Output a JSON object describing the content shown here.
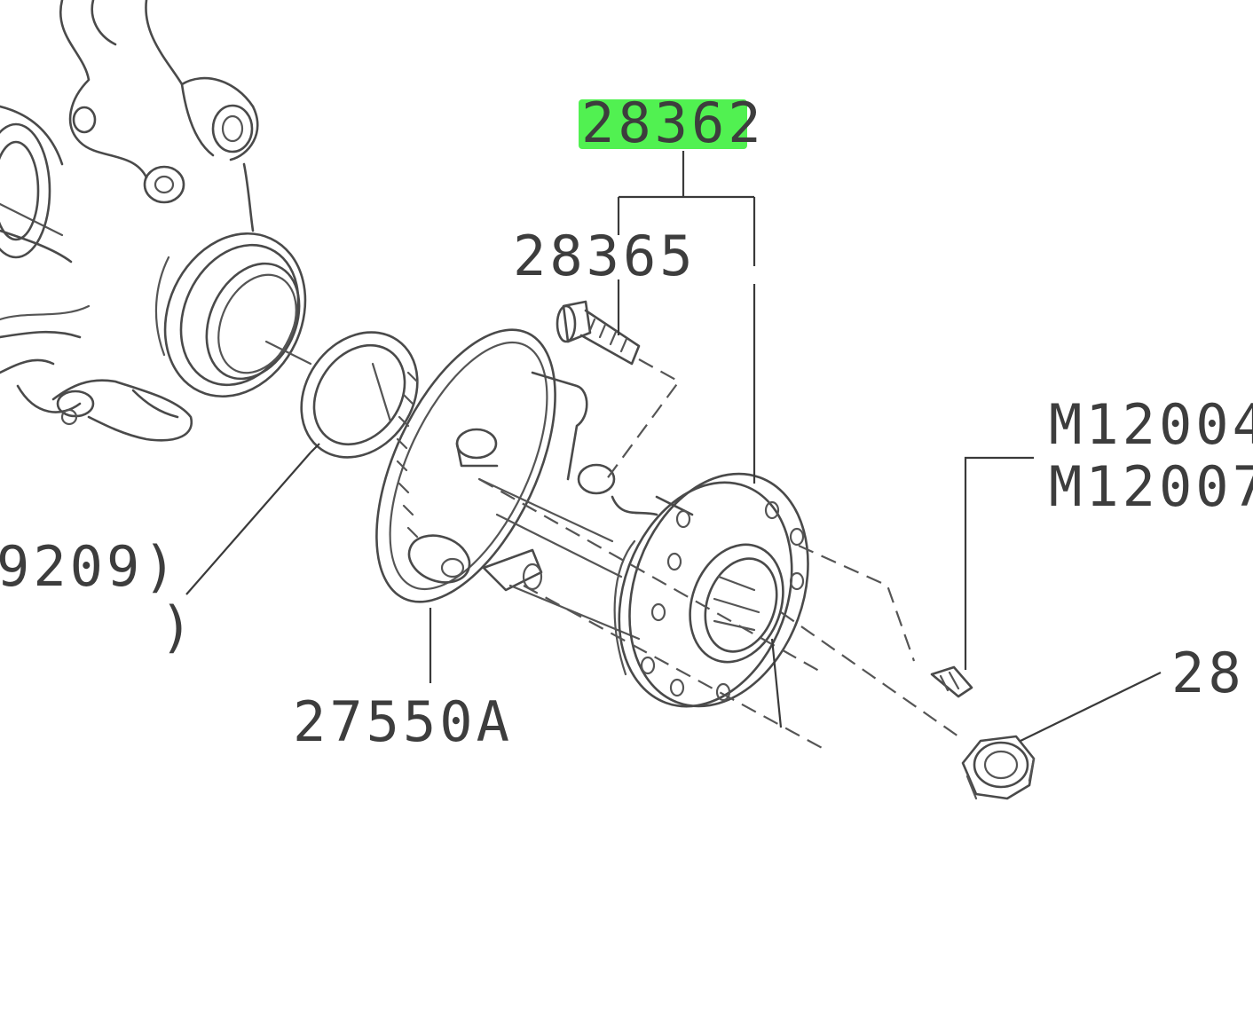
{
  "labels": {
    "hub_assembly": "28362",
    "hub_assembly_highlight": "2836",
    "wheel_bolt": "28365",
    "seal_partial": "9209)",
    "seal_paren": ")",
    "abs_ring": "27550A",
    "screw_1": "M12004",
    "screw_2": "M12007",
    "nut_partial": "28"
  },
  "colors": {
    "highlight": "#33ee33",
    "line": "#4a4a4a"
  }
}
